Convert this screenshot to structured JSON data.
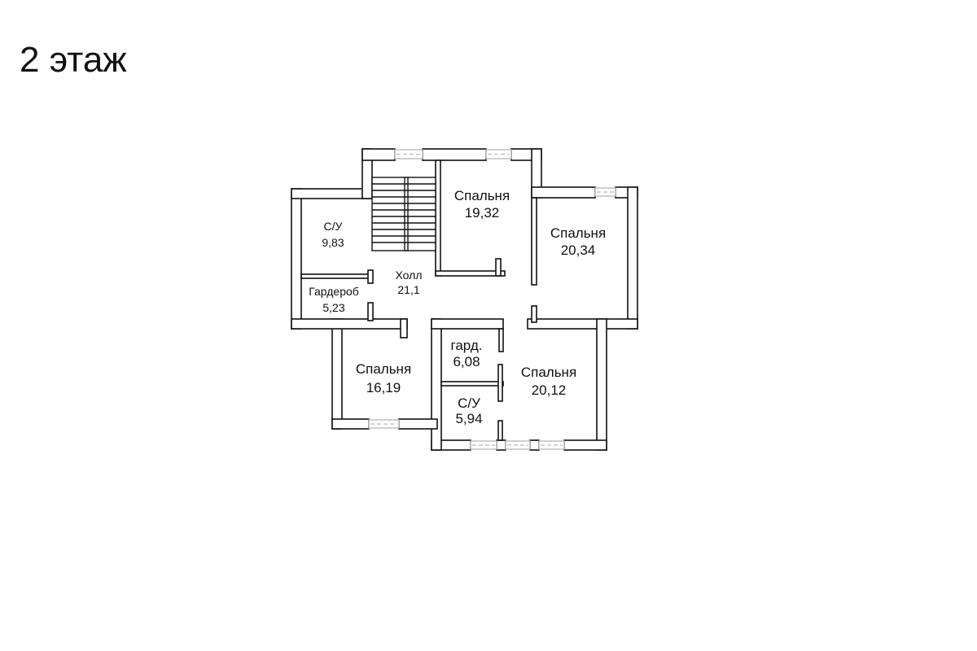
{
  "title": "2 этаж",
  "rooms": [
    {
      "name": "Спальня",
      "area": "19,32"
    },
    {
      "name": "Спальня",
      "area": "20,34"
    },
    {
      "name": "С/У",
      "area": "9,83"
    },
    {
      "name": "Холл",
      "area": "21,1"
    },
    {
      "name": "Гардероб",
      "area": "5,23"
    },
    {
      "name": "Спальня",
      "area": "16,19"
    },
    {
      "name": "гард.",
      "area": "6,08"
    },
    {
      "name": "Спальня",
      "area": "20,12"
    },
    {
      "name": "С/У",
      "area": "5,94"
    }
  ]
}
